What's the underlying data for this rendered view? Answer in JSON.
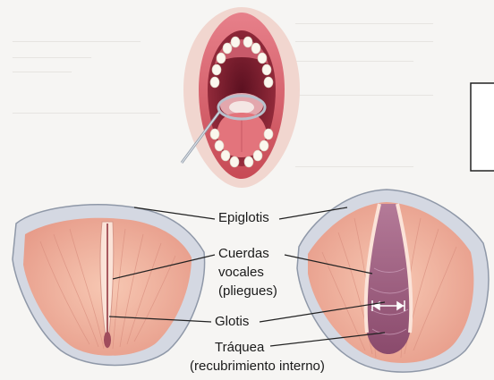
{
  "labels": {
    "epiglottis": "Epiglotis",
    "vocal_cords_1": "Cuerdas",
    "vocal_cords_2": "vocales",
    "vocal_cords_3": "(pliegues)",
    "glottis": "Glotis",
    "trachea_1": "Tráquea",
    "trachea_2": "(recubrimiento interno)"
  },
  "colors": {
    "lip": "#d45a63",
    "mouth_dark": "#7a1d2a",
    "tongue": "#e3747c",
    "fold_pink": "#f2b7a0",
    "cartilage": "#d9dde6",
    "trachea_purple": "#9b5a7c",
    "leader_line": "#222222"
  },
  "icons": [
    "mouth-illustration",
    "laryngoscope-mirror-icon",
    "larynx-closed-illustration",
    "larynx-open-illustration",
    "callout-box"
  ]
}
